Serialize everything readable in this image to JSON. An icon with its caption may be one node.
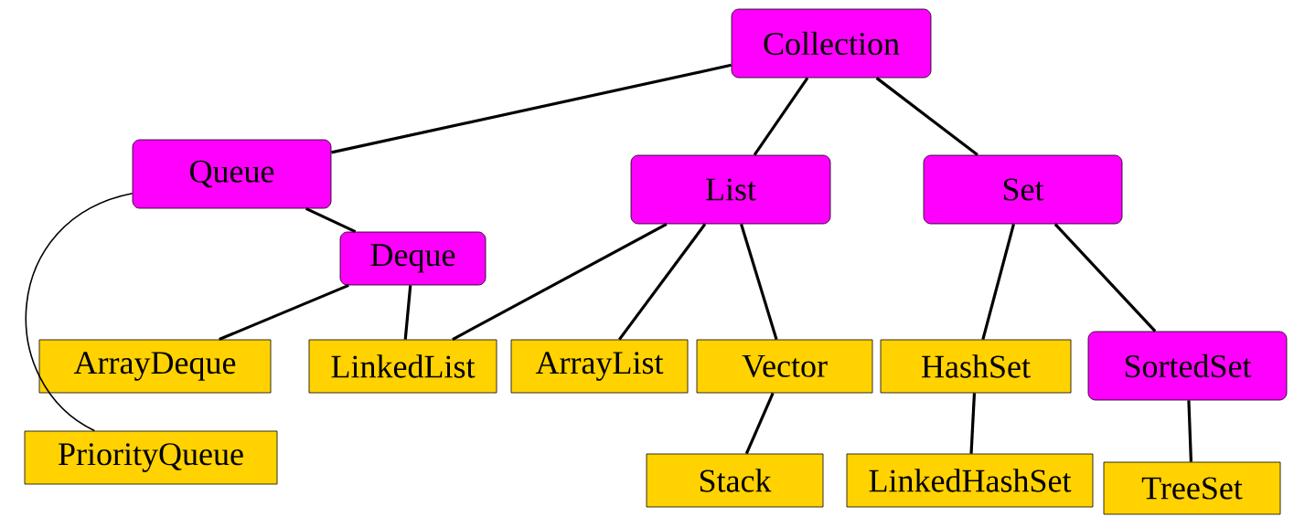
{
  "diagram": {
    "nodes": [
      {
        "text": [
          "Collection"
        ]
      },
      {
        "text": [
          "Queue"
        ]
      },
      {
        "text": [
          "List"
        ]
      },
      {
        "text": [
          "Set"
        ]
      },
      {
        "text": [
          "Deque"
        ]
      },
      {
        "text": [
          "ArrayDeque"
        ]
      },
      {
        "text": [
          "LinkedList"
        ]
      },
      {
        "text": [
          "ArrayList"
        ]
      },
      {
        "text": [
          "Vector"
        ]
      },
      {
        "text": [
          "HashSet"
        ]
      },
      {
        "text": [
          "SortedSet"
        ]
      },
      {
        "text": [
          "PriorityQueue"
        ]
      },
      {
        "text": [
          "Stack"
        ]
      },
      {
        "text": [
          "LinkedHashSet"
        ]
      },
      {
        "text": [
          "TreeSet"
        ]
      }
    ],
    "edges": [
      {
        "from": 0,
        "to": 1,
        "arrow": "none"
      },
      {
        "from": 0,
        "to": 2,
        "arrow": "none"
      },
      {
        "from": 0,
        "to": 3,
        "arrow": "none"
      },
      {
        "from": 1,
        "to": 4,
        "arrow": "none"
      },
      {
        "from": 1,
        "to": 11,
        "arrow": "none"
      },
      {
        "from": 4,
        "to": 5,
        "arrow": "none"
      },
      {
        "from": 4,
        "to": 6,
        "arrow": "none"
      },
      {
        "from": 2,
        "to": 6,
        "arrow": "none"
      },
      {
        "from": 2,
        "to": 7,
        "arrow": "none"
      },
      {
        "from": 2,
        "to": 8,
        "arrow": "none"
      },
      {
        "from": 8,
        "to": 12,
        "arrow": "none"
      },
      {
        "from": 3,
        "to": 9,
        "arrow": "none"
      },
      {
        "from": 3,
        "to": 10,
        "arrow": "none"
      },
      {
        "from": 9,
        "to": 13,
        "arrow": "none"
      },
      {
        "from": 10,
        "to": 14,
        "arrow": "none"
      }
    ]
  }
}
